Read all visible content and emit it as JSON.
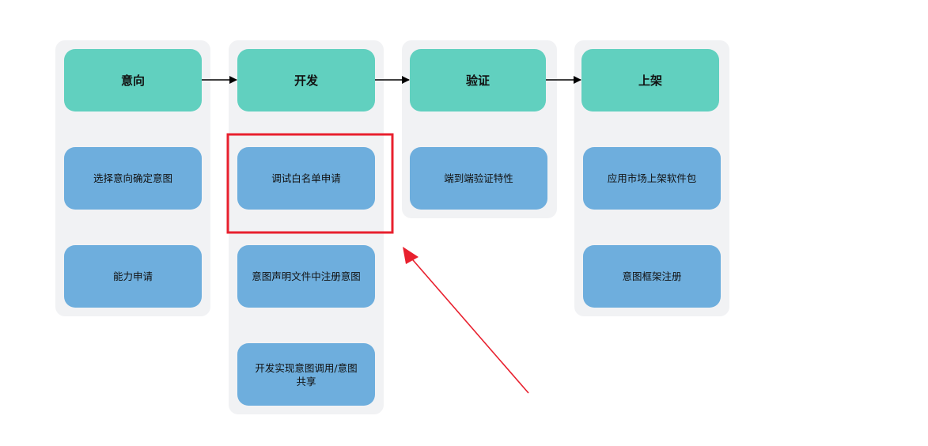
{
  "columns": [
    {
      "header": "意向",
      "steps": [
        "选择意向确定意图",
        "能力申请"
      ]
    },
    {
      "header": "开发",
      "steps": [
        "调试白名单申请",
        "意图声明文件中注册意图",
        "开发实现意图调用/意图共享"
      ]
    },
    {
      "header": "验证",
      "steps": [
        "端到端验证特性"
      ]
    },
    {
      "header": "上架",
      "steps": [
        "应用市场上架软件包",
        "意图框架注册"
      ]
    }
  ],
  "colors": {
    "header": "#61d0bf",
    "step": "#6eaedd",
    "column_background": "#f1f2f4",
    "highlight": "#e8202e",
    "connector": "#000000"
  },
  "highlighted_step": "调试白名单申请"
}
